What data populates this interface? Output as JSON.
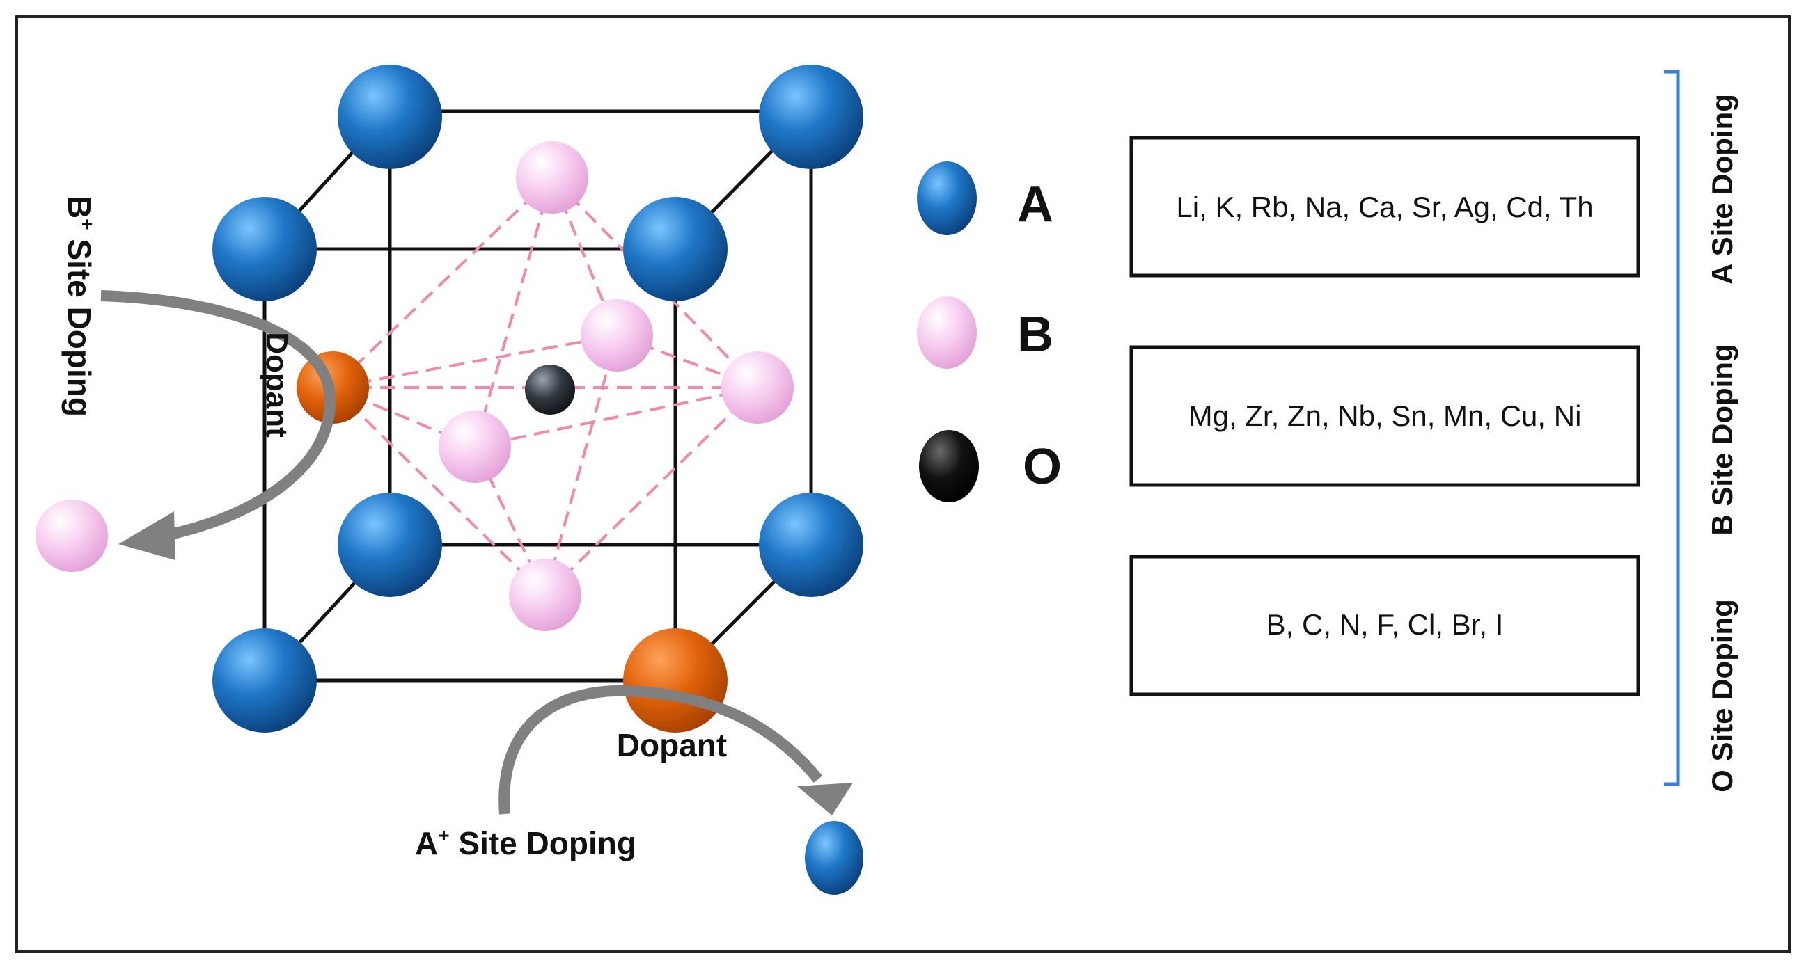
{
  "legend": [
    {
      "key": "A",
      "color": "#1f78c8"
    },
    {
      "key": "B",
      "color": "#f5c2ec"
    },
    {
      "key": "O",
      "color": "#000000"
    }
  ],
  "dopant_boxes": [
    {
      "elements": "Li, K, Rb, Na, Ca, Sr, Ag, Cd, Th"
    },
    {
      "elements": "Mg, Zr, Zn, Nb, Sn, Mn, Cu, Ni"
    },
    {
      "elements": "B, C, N, F, Cl, Br, I"
    }
  ],
  "side_labels": [
    "A Site Doping",
    "B Site Doping",
    "O Site Doping"
  ],
  "lattice": {
    "dopant_label_bottom": "Dopant",
    "dopant_label_left": "Dopant",
    "a_site_label_main": "A",
    "a_site_label_sup": "+",
    "a_site_label_rest": " Site Doping",
    "b_site_label_main": "B",
    "b_site_label_sup": "+",
    "b_site_label_rest": " Site Doping"
  },
  "colors": {
    "A": "#1f78c8",
    "B": "#f5c2ec",
    "O": "#111111",
    "dopant": "#e0620a",
    "arrow": "#808080",
    "bracket": "#3a7fd0",
    "octahedron": "#f08aa8"
  }
}
